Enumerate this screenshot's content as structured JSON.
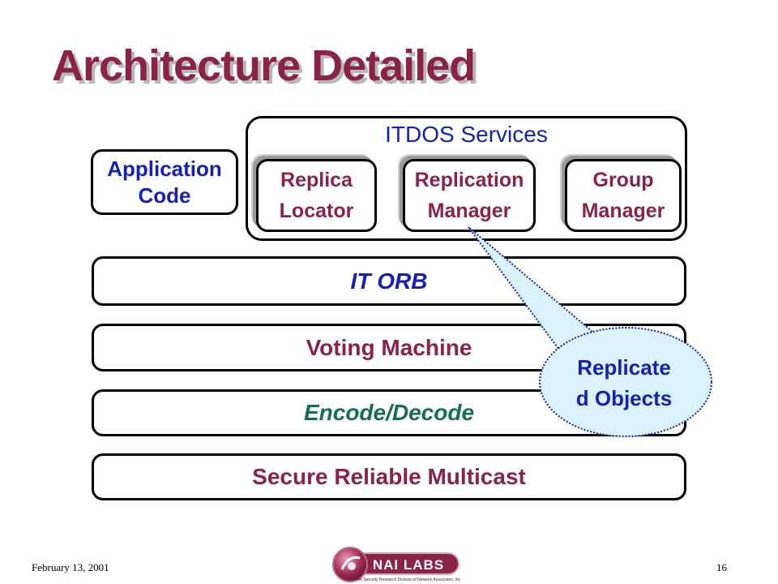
{
  "title": "Architecture Detailed",
  "application": {
    "line1": "Application",
    "line2": "Code"
  },
  "itdos_services": {
    "title": "ITDOS Services",
    "items": [
      {
        "line1": "Replica",
        "line2": "Locator"
      },
      {
        "line1": "Replication",
        "line2": "Manager"
      },
      {
        "line1": "Group",
        "line2": "Manager"
      }
    ]
  },
  "layers": {
    "orb": "IT ORB",
    "voting": "Voting Machine",
    "encode": "Encode/Decode",
    "multicast": "Secure Reliable Multicast"
  },
  "callout": {
    "line1": "Replicate",
    "line2": "d Objects"
  },
  "footer": {
    "date": "February 13, 2001",
    "page": "16",
    "logo_text": "NAI LABS",
    "logo_tagline": "The Security Research Division of Network Associates, Inc."
  },
  "colors": {
    "title": "#8b2348",
    "blue": "#1620b3",
    "maroon": "#8b2348",
    "green": "#14704a",
    "callout_fill": "#d9f2fb",
    "callout_border": "#1620b3"
  }
}
